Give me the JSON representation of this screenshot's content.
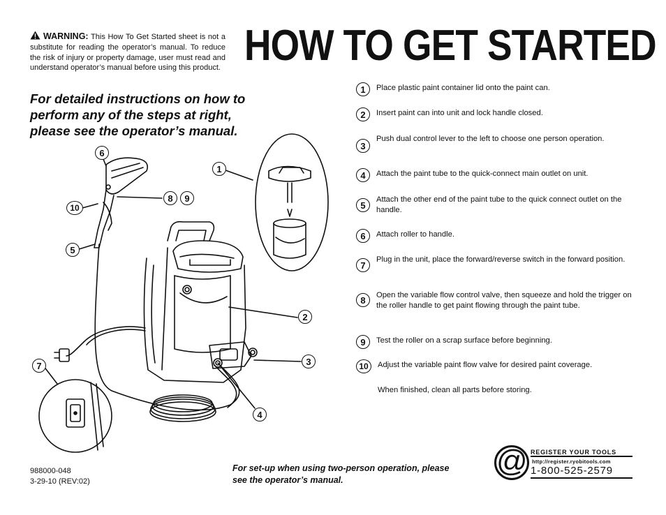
{
  "warning": {
    "label": "WARNING:",
    "text": "This How To Get Started sheet is not a substitute for reading the operator’s manual. To reduce the risk of injury or property damage, user must read and understand operator’s manual before using this product."
  },
  "title": "HOW TO GET STARTED",
  "detailed_note": "For detailed instructions on how to perform any of the steps at right, please see the operator’s manual.",
  "steps": [
    {
      "num": "1",
      "text": "Place plastic paint container lid onto the paint can."
    },
    {
      "num": "2",
      "text": "Insert paint can into unit and lock handle closed."
    },
    {
      "num": "3",
      "text": "Push dual control lever to the left to choose one person operation."
    },
    {
      "num": "4",
      "text": "Attach the paint tube to the quick-connect main outlet on unit."
    },
    {
      "num": "5",
      "text": "Attach the other end of the paint tube to the quick connect outlet on the handle."
    },
    {
      "num": "6",
      "text": "Attach roller to handle."
    },
    {
      "num": "7",
      "text": "Plug in the unit, place the forward/reverse switch in the forward position."
    },
    {
      "num": "8",
      "text": "Open the variable flow control valve, then squeeze and hold the trigger on the roller handle to get paint flowing through the paint tube."
    },
    {
      "num": "9",
      "text": "Test the roller on a scrap surface before beginning."
    },
    {
      "num": "10",
      "text": "Adjust the variable paint flow valve for desired paint coverage."
    }
  ],
  "finish": "When finished, clean all parts before storing.",
  "part_number": "988000-048",
  "revision": "3-29-10 (REV:02)",
  "two_person_note": "For set-up when using two-person operation, please see the operator’s manual.",
  "register": {
    "at": "@",
    "heading": "REGISTER YOUR TOOLS",
    "url": "http://register.ryobitools.com",
    "phone": "1-800-525-2579"
  },
  "callouts": {
    "c1": "1",
    "c2": "2",
    "c3": "3",
    "c4": "4",
    "c5": "5",
    "c6": "6",
    "c7": "7",
    "c8": "8",
    "c9": "9",
    "c10": "10"
  },
  "icons": {
    "warning": "warning-triangle-icon"
  }
}
